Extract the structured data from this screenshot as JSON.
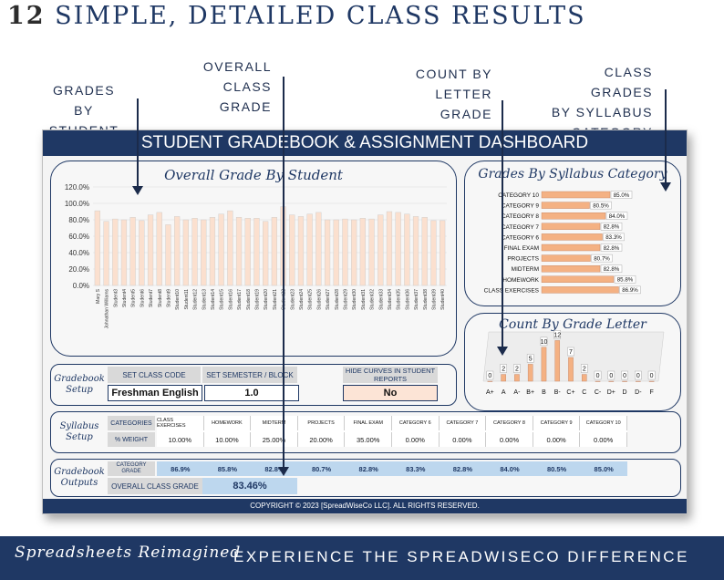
{
  "headline": {
    "number": "12",
    "text": "SIMPLE, DETAILED CLASS RESULTS"
  },
  "callouts": {
    "grades_by_student": [
      "GRADES BY",
      "STUDENT"
    ],
    "overall_class_grade": [
      "OVERALL CLASS",
      "GRADE"
    ],
    "count_by_letter": [
      "COUNT BY",
      "LETTER GRADE"
    ],
    "class_grades_syllabus": [
      "CLASS GRADES",
      "BY SYLLABUS",
      "CATEGORY"
    ]
  },
  "dashboard": {
    "title": "STUDENT GRADEBOOK & ASSIGNMENT DASHBOARD",
    "footer": "COPYRIGHT © 2023 [SpreadWiseCo LLC]. ALL RIGHTS RESERVED."
  },
  "panels": {
    "overall": {
      "title": "Overall Grade By Student"
    },
    "syllabus": {
      "title": "Grades By Syllabus Category"
    },
    "letter": {
      "title": "Count By Grade Letter"
    }
  },
  "gradebook_setup": {
    "label": [
      "Gradebook",
      "Setup"
    ],
    "set_class_code_label": "SET CLASS CODE",
    "class_code_value": "Freshman English",
    "set_semester_label": "SET SEMESTER / BLOCK",
    "semester_value": "1.0",
    "hide_curves_label": "HIDE CURVES IN STUDENT REPORTS",
    "hide_curves_value": "No"
  },
  "syllabus_setup": {
    "label": [
      "Syllabus",
      "Setup"
    ],
    "categories_label": "CATEGORIES",
    "weight_label": "% WEIGHT",
    "categories": [
      "CLASS EXERCISES",
      "HOMEWORK",
      "MIDTERM",
      "PROJECTS",
      "FINAL EXAM",
      "CATEGORY 6",
      "CATEGORY 7",
      "CATEGORY 8",
      "CATEGORY 9",
      "CATEGORY 10"
    ],
    "weights": [
      "10.00%",
      "10.00%",
      "25.00%",
      "20.00%",
      "35.00%",
      "0.00%",
      "0.00%",
      "0.00%",
      "0.00%",
      "0.00%"
    ]
  },
  "gradebook_outputs": {
    "label": [
      "Gradebook",
      "Outputs"
    ],
    "category_grade_label": "CATEGORY GRADE",
    "category_grades": [
      "86.9%",
      "85.8%",
      "82.8%",
      "80.7%",
      "82.8%",
      "83.3%",
      "82.8%",
      "84.0%",
      "80.5%",
      "85.0%"
    ],
    "overall_label": "OVERALL CLASS GRADE",
    "overall_value": "83.46%"
  },
  "banner": {
    "script": "Spreadsheets Reimagined",
    "tagline": "EXPERIENCE THE SPREADWISECO DIFFERENCE"
  },
  "colors": {
    "navy": "#1f3864",
    "peach": "#f4b183",
    "peach_light": "#fce4d6",
    "blue_light": "#bdd7ee"
  },
  "chart_data": [
    {
      "type": "bar",
      "title": "Overall Grade By Student",
      "categories": [
        "Mary S",
        "Johnathan Williams",
        "Student3",
        "Student4",
        "Student5",
        "Student6",
        "Student7",
        "Student8",
        "Student9",
        "Student10",
        "Student11",
        "Student12",
        "Student13",
        "Student14",
        "Student15",
        "Student16",
        "Student17",
        "Student18",
        "Student19",
        "Student20",
        "Student21",
        "Student22",
        "Student23",
        "Student24",
        "Student25",
        "Student26",
        "Student27",
        "Student28",
        "Student29",
        "Student30",
        "Student31",
        "Student32",
        "Student33",
        "Student34",
        "Student35",
        "Student36",
        "Student37",
        "Student38",
        "Student39",
        "Student40"
      ],
      "values": [
        91,
        78,
        81,
        80,
        83,
        79,
        86,
        89,
        74,
        84,
        80,
        82,
        80,
        83,
        87,
        91,
        83,
        82,
        82,
        78,
        83,
        96,
        86,
        84,
        87,
        89,
        80,
        80,
        81,
        80,
        82,
        81,
        86,
        90,
        89,
        87,
        84,
        83,
        79,
        79
      ],
      "yticks": [
        "0.0%",
        "20.0%",
        "40.0%",
        "60.0%",
        "80.0%",
        "100.0%",
        "120.0%"
      ],
      "ylim": [
        0,
        120
      ]
    },
    {
      "type": "bar",
      "orientation": "horizontal",
      "title": "Grades By Syllabus Category",
      "categories": [
        "CATEGORY 10",
        "CATEGORY 9",
        "CATEGORY 8",
        "CATEGORY 7",
        "CATEGORY 6",
        "FINAL EXAM",
        "PROJECTS",
        "MIDTERM",
        "HOMEWORK",
        "CLASS EXERCISES"
      ],
      "values": [
        85.0,
        80.5,
        84.0,
        82.8,
        83.3,
        82.8,
        80.7,
        82.8,
        85.8,
        86.9
      ],
      "labels": [
        "85.0%",
        "80.5%",
        "84.0%",
        "82.8%",
        "83.3%",
        "82.8%",
        "80.7%",
        "82.8%",
        "85.8%",
        "86.9%"
      ],
      "xlim": [
        70,
        90
      ]
    },
    {
      "type": "bar",
      "title": "Count By Grade Letter",
      "categories": [
        "A+",
        "A",
        "A-",
        "B+",
        "B",
        "B-",
        "C+",
        "C",
        "C-",
        "D+",
        "D",
        "D-",
        "F"
      ],
      "values": [
        0,
        2,
        2,
        5,
        10,
        12,
        7,
        2,
        0,
        0,
        0,
        0,
        0
      ],
      "ylim": [
        0,
        14
      ]
    }
  ]
}
